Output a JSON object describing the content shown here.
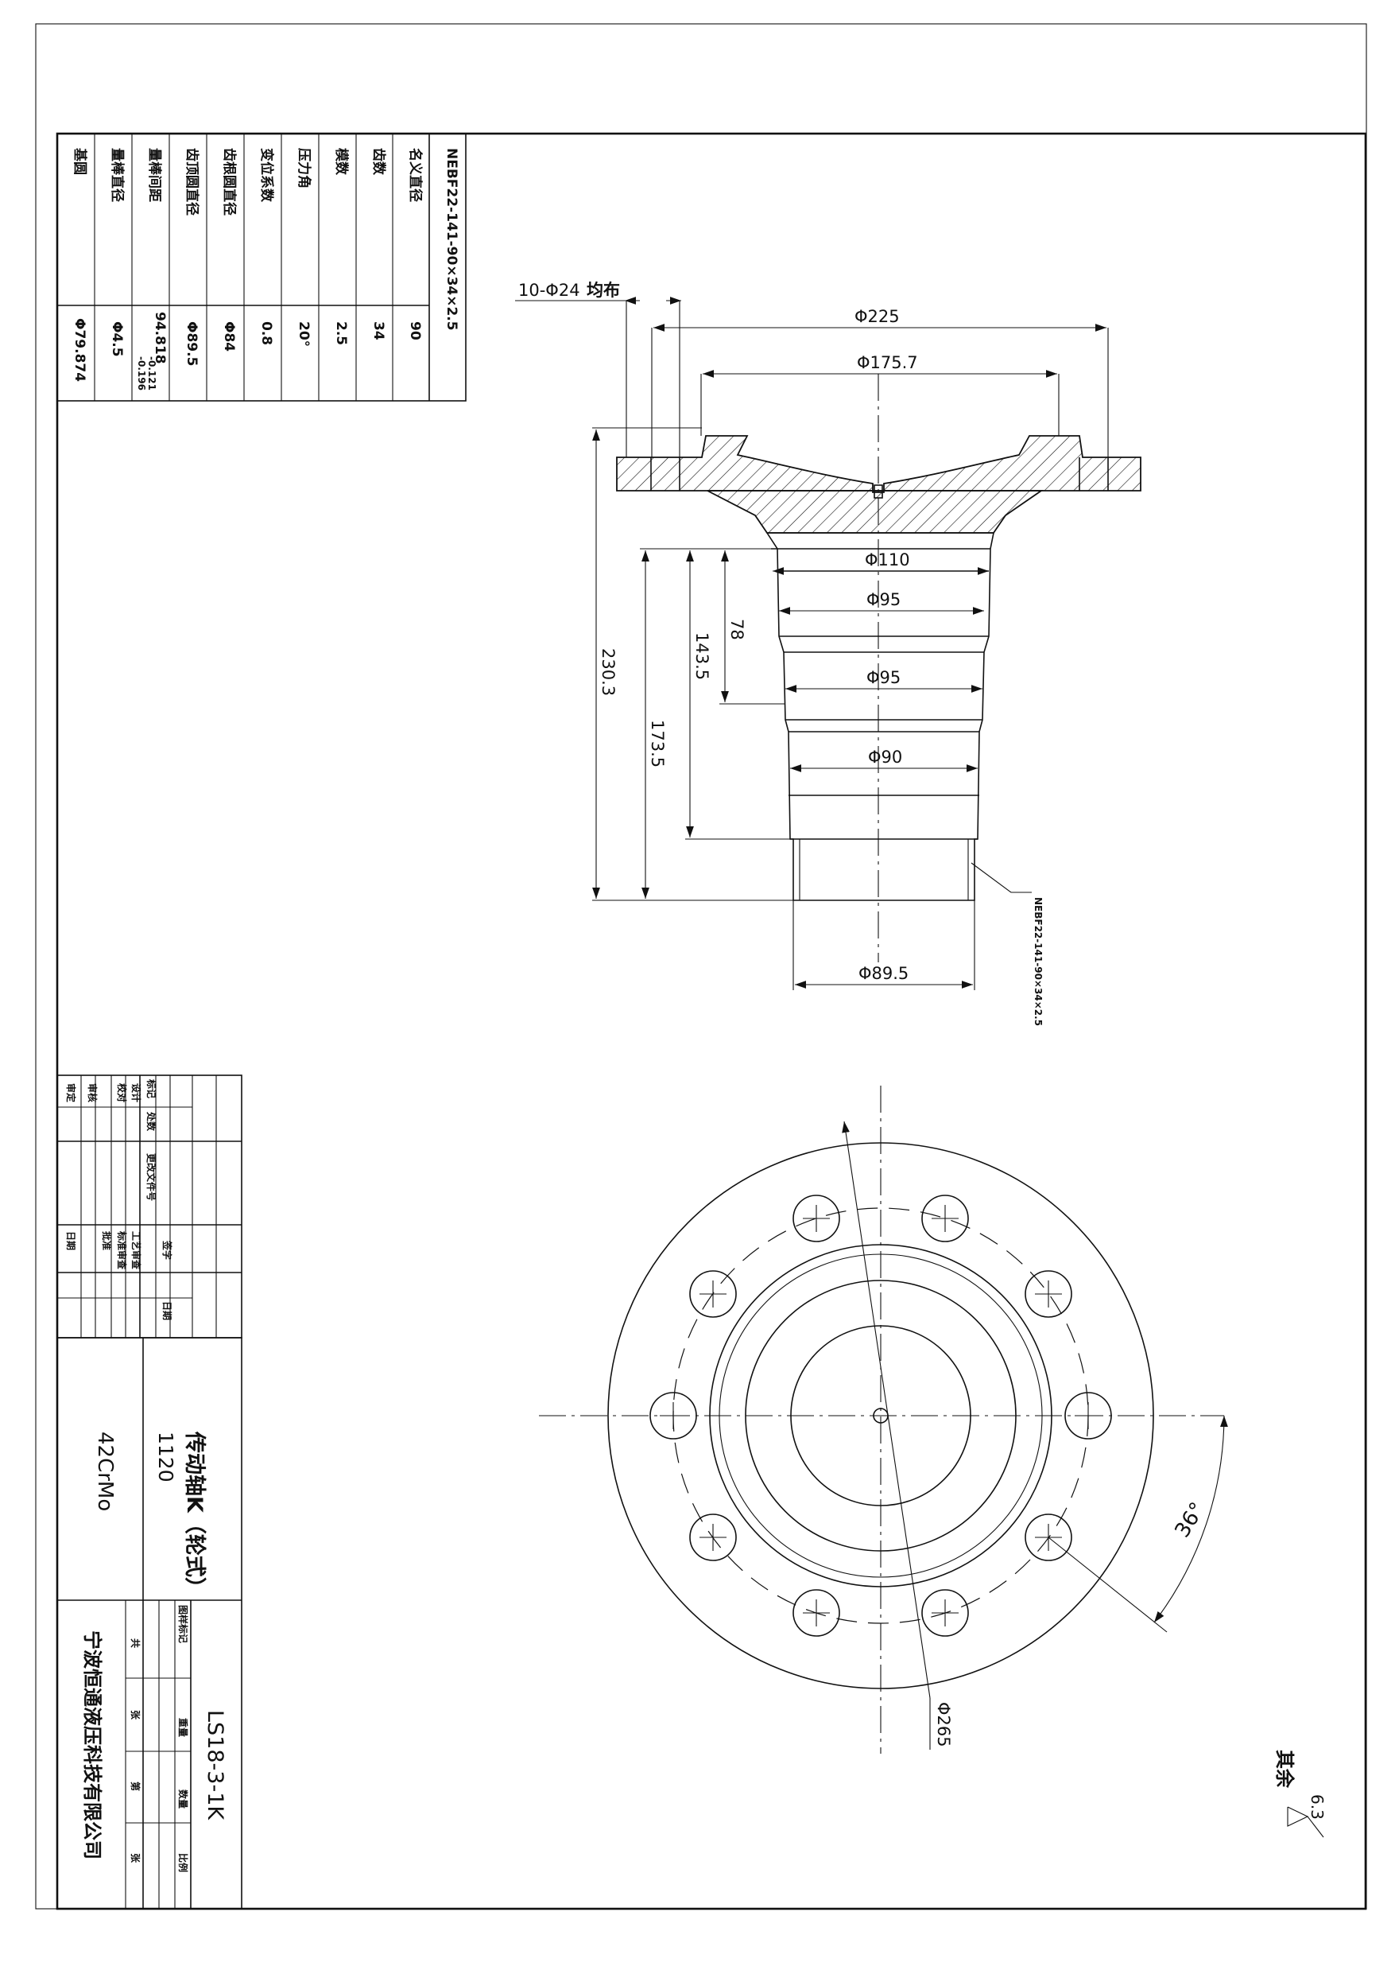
{
  "gear_table": {
    "title": "NEBF22-141-90×34×2.5",
    "rows": [
      {
        "label": "名义直径",
        "value": "90"
      },
      {
        "label": "齿数",
        "value": "34"
      },
      {
        "label": "模数",
        "value": "2.5"
      },
      {
        "label": "压力角",
        "value": "20°"
      },
      {
        "label": "变位系数",
        "value": "0.8"
      },
      {
        "label": "齿根圆直径",
        "value": "Φ84"
      },
      {
        "label": "齿顶圆直径",
        "value": "Φ89.5"
      },
      {
        "label": "量棒间距",
        "value": "94.818",
        "tol_upper": "-0.121",
        "tol_lower": "-0.196"
      },
      {
        "label": "量棒直径",
        "value": "Φ4.5"
      },
      {
        "label": "基圆",
        "value": "Φ79.874"
      }
    ]
  },
  "section_view": {
    "bolt_note": "10-Φ24",
    "bolt_note_suffix": "均布",
    "dims": {
      "d225": "Φ225",
      "d175": "Φ175.7",
      "d110": "Φ110",
      "d95a": "Φ95",
      "d95b": "Φ95",
      "d90": "Φ90",
      "d89": "Φ89.5",
      "l230": "230.3",
      "l173": "173.5",
      "l143": "143.5",
      "l78": "78"
    },
    "spline_callout": "NEBF22-141-90×34×2.5"
  },
  "end_view": {
    "bolt_count": 10,
    "angle_label": "36°",
    "pcd_label": "Φ265"
  },
  "roughness": {
    "prefix": "其余",
    "value": "6.3"
  },
  "revision_block": {
    "headers": [
      "标记",
      "处数",
      "更改文件号",
      "签字",
      "日期"
    ],
    "signers": [
      "设计",
      "校对",
      "审核",
      "审定"
    ],
    "stamps": [
      "工艺审查",
      "标准审查",
      "批准",
      "日期"
    ]
  },
  "title_block": {
    "part_name": "传动轴K（轮式）",
    "part_code": "1120",
    "material": "42CrMo",
    "drawing_no": "LS18-3-1K",
    "company": "宁波恒通液压科技有限公司",
    "fields": [
      "图样标记",
      "重量",
      "数量",
      "比例"
    ],
    "sheet_fields": [
      "共",
      "张",
      "第",
      "张"
    ]
  }
}
